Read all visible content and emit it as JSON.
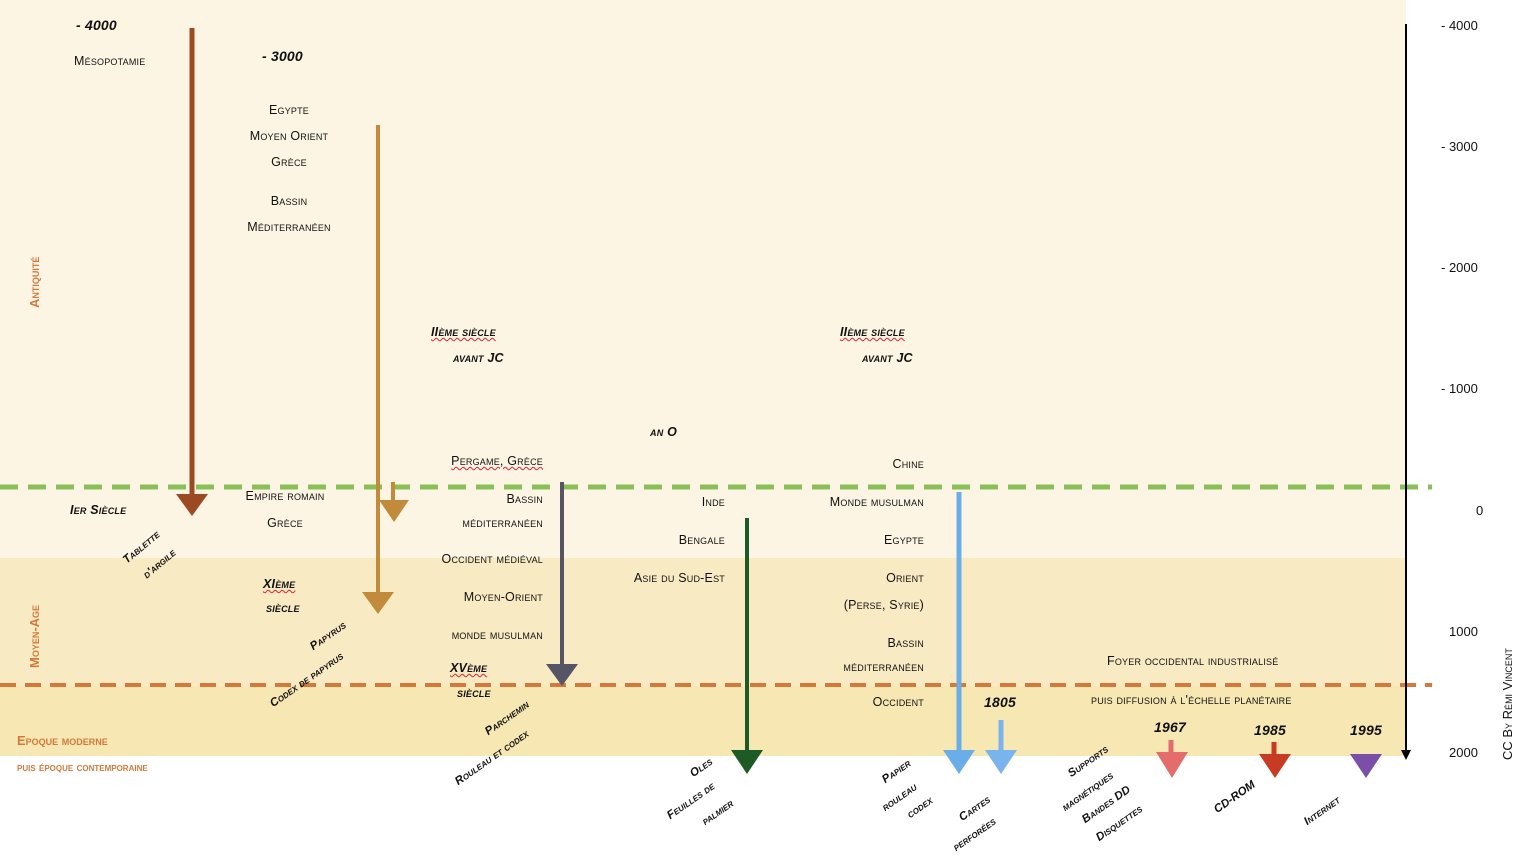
{
  "eras": {
    "antiquite": "Antiquité",
    "moyen_age": "Moyen-Age",
    "moderne_1": "Epoque moderne",
    "moderne_2": "puis époque contemporaine"
  },
  "axis": {
    "ticks": [
      "- 4000",
      "- 3000",
      "- 2000",
      "- 1000",
      "0",
      "1000",
      "2000"
    ]
  },
  "credit": "CC By Rémi Vincent",
  "colors": {
    "antiquite_band": "#fdf5e3",
    "moyen_band": "#f8ebc3",
    "moderne_band": "#f7e7b3",
    "green_line": "#88c057",
    "orange_line": "#d4793b",
    "tablette": "#9c4a23",
    "papyrus": "#c18b3b",
    "parchemin": "#555566",
    "oles": "#1e5a25",
    "papier": "#6aaee9",
    "cartes": "#7ab4ec",
    "magnetique": "#e46d6b",
    "cdrom": "#c73b22",
    "internet": "#7b4ea8"
  },
  "col1": {
    "start": "- 4000",
    "region": "Mésopotamie",
    "date": "Ier Siècle",
    "medium": [
      "Tablette",
      "d'argile"
    ]
  },
  "col2": {
    "start": "- 3000",
    "regions": [
      "Egypte",
      "Moyen Orient",
      "Grèce",
      "Bassin",
      "Méditerranéen"
    ],
    "mid_regions": [
      "Empire romain",
      "Grèce"
    ],
    "date": [
      "XIème",
      "siècle"
    ],
    "medium": [
      "Papyrus",
      "Codex de papyrus"
    ]
  },
  "col3": {
    "start": [
      "IIème siècle",
      "avant JC"
    ],
    "regions": [
      "Pergame, Grèce",
      "Bassin",
      "méditerranéen",
      "Occident médiéval",
      "Moyen-Orient",
      "monde musulman"
    ],
    "date": [
      "XVème",
      "siècle"
    ],
    "medium": [
      "Parchemin",
      "Rouleau et codex"
    ]
  },
  "col4": {
    "start": "an O",
    "regions": [
      "Inde",
      "Bengale",
      "Asie du Sud-Est"
    ],
    "medium": [
      "Oles",
      "Feuilles de",
      "palmier"
    ]
  },
  "col5": {
    "start": [
      "IIème siècle",
      "avant JC"
    ],
    "regions": [
      "Chine",
      "Monde musulman",
      "Egypte",
      "Orient",
      "(Perse, Syrie)",
      "Bassin",
      "méditerranéen",
      "Occident"
    ],
    "medium": [
      "Papier",
      "rouleau",
      "codex"
    ]
  },
  "col6": {
    "year": "1805",
    "medium": [
      "Cartes",
      "perforées"
    ]
  },
  "col7": {
    "foyer": "Foyer occidental industrialisé",
    "diffusion": "puis diffusion à l'échelle planétaire",
    "year": "1967",
    "medium": [
      "Supports",
      "magnétiques",
      "Bandes DD",
      "Disquettes"
    ]
  },
  "col8": {
    "year": "1985",
    "medium": "CD-ROM"
  },
  "col9": {
    "year": "1995",
    "medium": "Internet"
  }
}
